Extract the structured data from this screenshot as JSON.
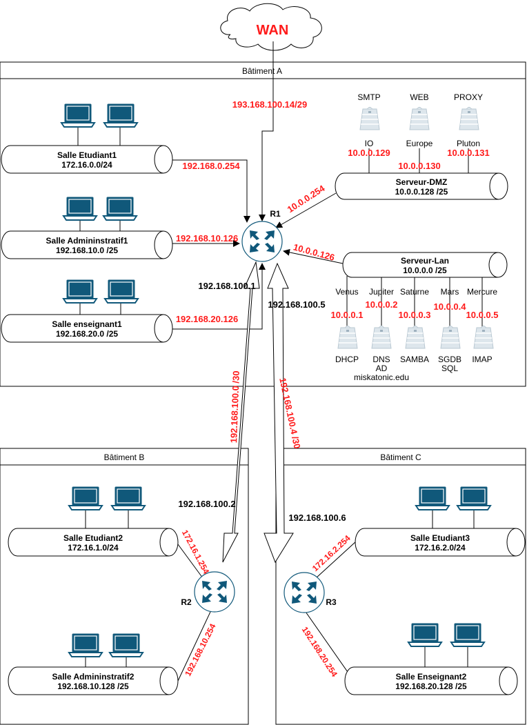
{
  "colors": {
    "red": "#ff1a1a",
    "black": "#000000",
    "device": "#10587a",
    "server": "#dde6ec"
  },
  "wan": {
    "label": "WAN"
  },
  "buildings": {
    "a": {
      "title": "Bâtiment A"
    },
    "b": {
      "title": "Bâtiment B"
    },
    "c": {
      "title": "Bâtiment C"
    }
  },
  "routers": {
    "r1": "R1",
    "r2": "R2",
    "r3": "R3"
  },
  "rooms": {
    "etudiant1": {
      "name": "Salle Etudiant1",
      "net": "172.16.0.0/24"
    },
    "admin1": {
      "name": "Salle Admininstratif1",
      "net": "192.168.10.0 /25"
    },
    "enseignant1": {
      "name": "Salle enseignant1",
      "net": "192.168.20.0 /25"
    },
    "dmz": {
      "name": "Serveur-DMZ",
      "net": "10.0.0.128 /25"
    },
    "lan": {
      "name": "Serveur-Lan",
      "net": "10.0.0.0 /25"
    },
    "etudiant2": {
      "name": "Salle Etudiant2",
      "net": "172.16.1.0/24"
    },
    "admin2": {
      "name": "Salle Admininstratif2",
      "net": "192.168.10.128 /25"
    },
    "etudiant3": {
      "name": "Salle Etudiant3",
      "net": "172.16.2.0/24"
    },
    "enseignant2": {
      "name": "Salle Enseignant2",
      "net": "192.168.20.128 /25"
    }
  },
  "ips": {
    "wan": "193.168.100.14/29",
    "r1_et1": "192.168.0.254",
    "r1_adm1": "192.168.10.126",
    "r1_ens1": "192.168.20.126",
    "r1_dmz": "10.0.0.254",
    "r1_lan": "10.0.0.126",
    "r1_b": "192.168.100.1",
    "r1_c": "192.168.100.5",
    "link_b": "192.168.100.0 /30",
    "link_c": "192.168.100.4 /30",
    "r2_a": "192.168.100.2",
    "r3_a": "192.168.100.6",
    "r2_et2": "172.16.1.254",
    "r2_adm2": "192.168.10.254",
    "r3_et3": "172.16.2.254",
    "r3_ens2": "192.168.20.254"
  },
  "dmz_servers": [
    {
      "role": "SMTP",
      "name": "IO",
      "ip": "10.0.0.129"
    },
    {
      "role": "WEB",
      "name": "Europe",
      "ip": "10.0.0.130"
    },
    {
      "role": "PROXY",
      "name": "Pluton",
      "ip": "10.0.0.131"
    }
  ],
  "lan_servers": [
    {
      "name": "Venus",
      "ip": "10.0.0.1",
      "role": "DHCP"
    },
    {
      "name": "Jupiter",
      "ip": "10.0.0.2",
      "role": "DNS\nAD\nmiskatonic.edu"
    },
    {
      "name": "Saturne",
      "ip": "10.0.0.3",
      "role": "SAMBA"
    },
    {
      "name": "Mars",
      "ip": "10.0.0.4",
      "role": "SGDB\nSQL"
    },
    {
      "name": "Mercure",
      "ip": "10.0.0.5",
      "role": "IMAP"
    }
  ]
}
